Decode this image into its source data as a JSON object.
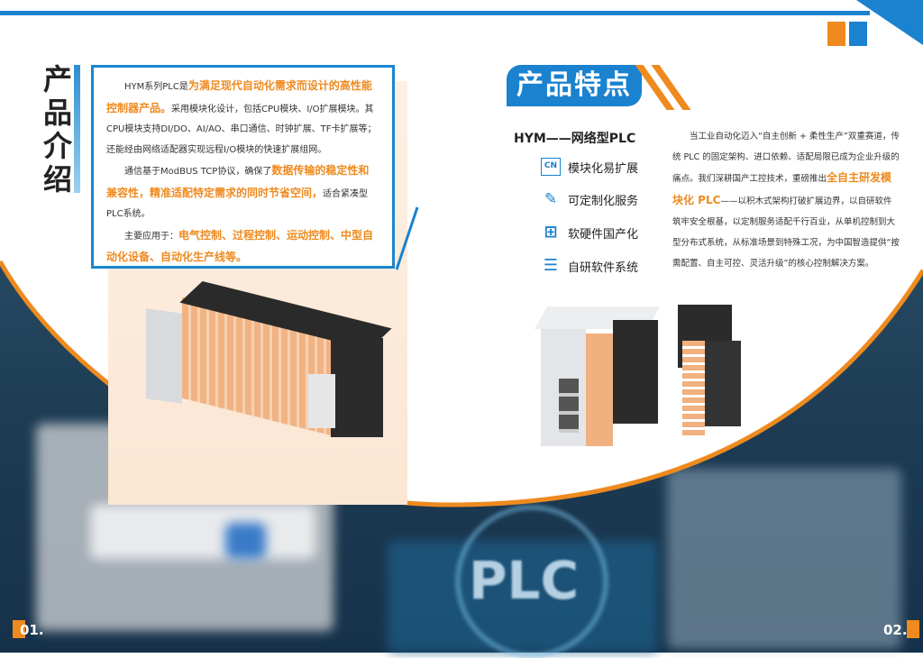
{
  "left": {
    "title": "产品介绍",
    "p1": {
      "a": "HYM系列PLC是",
      "h": "为满足现代自动化需求而设计的高性能控制器产品。",
      "b": "采用模块化设计，包括CPU模块、I/O扩展模块。其CPU模块支持DI/DO、AI/AO、串口通信、时钟扩展、TF卡扩展等；还能经由网络适配器实现远程I/O模块的快速扩展组网。"
    },
    "p2": {
      "a": "通信基于ModBUS TCP协议，确保了",
      "h": "数据传输的稳定性和兼容性，精准适配特定需求的同时节省空间，",
      "b": "适合紧凑型PLC系统。"
    },
    "p3": {
      "a": "主要应用于：",
      "h": "电气控制、过程控制、运动控制、中型自动化设备、自动化生产线等。"
    },
    "page": "01."
  },
  "right": {
    "title": "产品特点",
    "subtitle": "HYM——网络型PLC",
    "features": [
      {
        "icon": "cn-chip-icon",
        "glyph": "CN",
        "label": "模块化易扩展"
      },
      {
        "icon": "pen-icon",
        "glyph": "✎",
        "label": "可定制化服务"
      },
      {
        "icon": "grid-icon",
        "glyph": "⊞",
        "label": "软硬件国产化"
      },
      {
        "icon": "system-icon",
        "glyph": "☰",
        "label": "自研软件系统"
      }
    ],
    "p1": "当工业自动化迈入“自主创新 + 柔性生产”双重赛道，传统 PLC 的固定架构、进口依赖、适配局限已成为企业升级的痛点。我们深耕国产工控技术，重磅推出",
    "p2h": "全自主研发模块化 PLC",
    "p2": "——以积木式架构打破扩展边界，以自研软件筑牢安全根基，以定制服务适配千行百业，从单机控制到大型分布式系统，从标准场景到特殊工况，为中国智造提供“按需配置、自主可控、灵活升级”的核心控制解决方案。",
    "page": "02."
  },
  "background": {
    "label": "PLC"
  },
  "colors": {
    "blue": "#1a82cf",
    "orange": "#ee8a1f"
  }
}
